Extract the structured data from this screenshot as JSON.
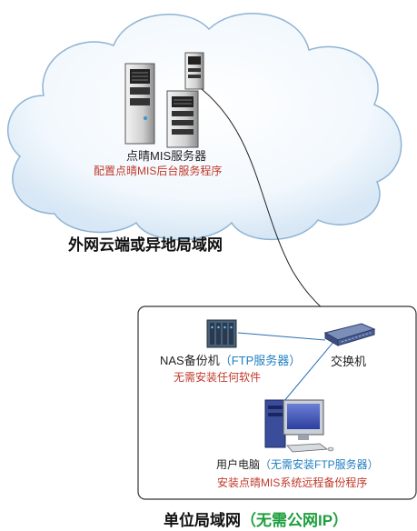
{
  "cloud": {
    "server_label": "点晴MIS服务器",
    "server_note": "配置点晴MIS后台服务程序",
    "title": "外网云端或异地局域网"
  },
  "lan": {
    "nas_label": "NAS备份机",
    "nas_role": "（FTP服务器）",
    "nas_note": "无需安装任何软件",
    "switch_label": "交换机",
    "pc_label": "用户电脑",
    "pc_role": "（无需安装FTP服务器）",
    "pc_note": "安装点晴MIS系统远程备份程序",
    "title": "单位局域网",
    "title_note": "（无需公网IP）"
  },
  "colors": {
    "note_red": "#c0392b",
    "role_blue": "#1f7fc0",
    "note_green": "#1e9e3e"
  }
}
